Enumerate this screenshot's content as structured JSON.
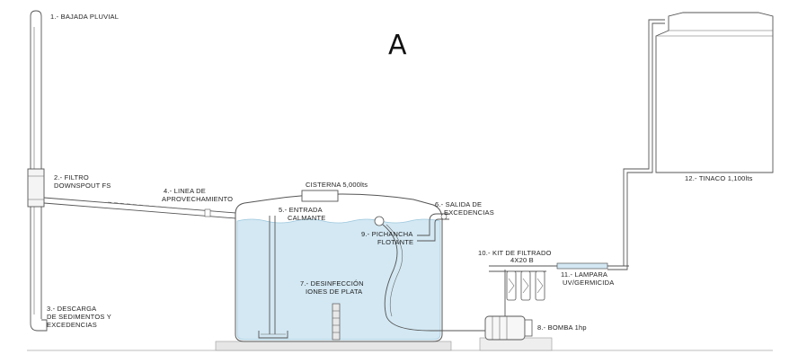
{
  "diagram": {
    "title_letter": "A",
    "labels": {
      "l1": "1.- BAJADA PLUVIAL",
      "l2a": "2.- FILTRO",
      "l2b": "DOWNSPOUT FS",
      "l3a": "3.- DESCARGA",
      "l3b": "DE SEDIMENTOS Y",
      "l3c": "EXCEDENCIAS",
      "l4a": "4.- LINEA DE",
      "l4b": "APROVECHAMIENTO",
      "l5a": "5.- ENTRADA",
      "l5b": "CALMANTE",
      "l6a": "6.- SALIDA DE",
      "l6b": "EXCEDENCIAS",
      "l7a": "7.- DESINFECCIÓN",
      "l7b": "IONES DE PLATA",
      "l8": "8.- BOMBA 1hp",
      "l9a": "9.- PICHANCHA",
      "l9b": "FLOTANTE",
      "l10a": "10.- KIT DE FILTRADO",
      "l10b": "4X20 B",
      "l11a": "11.- LAMPARA",
      "l11b": "UV/GERMICIDA",
      "l12": "12.- TINACO 1,100lts",
      "cisterna": "CISTERNA 5,000lts"
    },
    "colors": {
      "water": "#d3e8f3",
      "water_edge": "#9cc7dd",
      "line": "#555555",
      "ground": "#cfcfcf"
    }
  }
}
